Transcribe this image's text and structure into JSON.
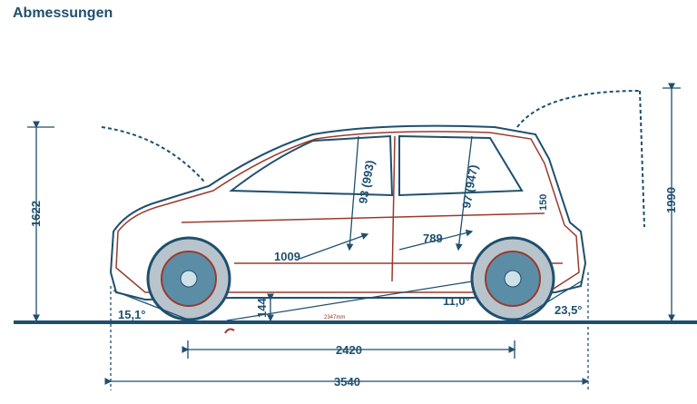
{
  "title": "Abmessungen",
  "dimensions": {
    "height": "1622",
    "height_open_tailgate": "1990",
    "wheelbase": "2420",
    "length": "3540",
    "ground_clearance": "144",
    "front_legroom": "1009",
    "rear_legroom": "789",
    "front_headroom": "93 (993)",
    "rear_headroom": "97 (947)",
    "rear_dim": "150",
    "inner_length": "2347mm",
    "approach_angle": "15,1°",
    "ramp_angle": "11,0°",
    "departure_angle": "23,5°"
  },
  "colors": {
    "blue": "#1f4f6e",
    "red": "#9b3a2e"
  }
}
